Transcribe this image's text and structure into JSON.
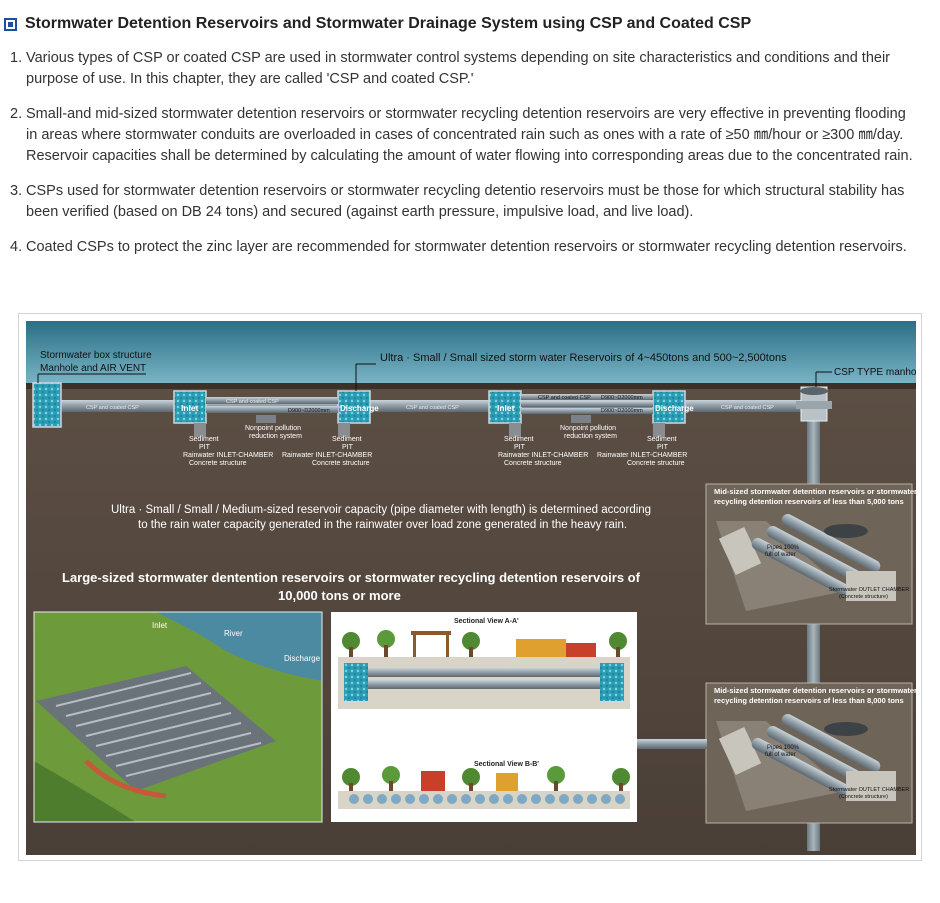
{
  "heading": {
    "icon": "square-bullet-icon",
    "title": "Stormwater Detention Reservoirs and Stormwater Drainage System using CSP and Coated CSP"
  },
  "items": [
    {
      "number": "1.",
      "text": "Various types of CSP  or  coated CSP are used in stormwater control systems depending on site characteristics and conditions and their purpose of use. In this chapter, they are called 'CSP and coated CSP.'"
    },
    {
      "number": "2.",
      "text": "Small-and  mid-sized  stormwater  detention reservoirs or stormwater recycling detention reservoirs are very effective in preventing flooding in areas where stormwater conduits are overloaded in cases of concentrated rain such as ones with a rate of ≥50 ㎜/hour or ≥300 ㎜/day. Reservoir capacities shall be determined by calculating the amount of water flowing into corresponding areas due to the concentrated rain."
    },
    {
      "number": "3.",
      "text": "CSPs used for stormwater detention reservoirs or stormwater recycling detentio reservoirs must be those for which structural stability has been verified (based on DB 24 tons) and secured (against earth pressure, impulsive load, and live load)."
    },
    {
      "number": "4.",
      "text": "Coated CSPs to protect the zinc layer are recommended for stormwater detention reservoirs or stormwater recycling detention reservoirs."
    }
  ],
  "figure": {
    "box_structure": "Stormwater box structure",
    "manhole_vent": "Manhole and AIR VENT",
    "ultra_small": "Ultra · Small / Small sized storm water Reservoirs of 4~450tons and 500~2,500tons",
    "csp_manhole": "CSP TYPE manhole",
    "inlet": "Inlet",
    "discharge": "Discharge",
    "pipe_label": "CSP and coated CSP",
    "diameter": "D900~D2000mm",
    "nonpoint_1": "Nonpoint pollution",
    "nonpoint_2": "reduction system",
    "sediment_1": "Sediment",
    "sediment_2": "PIT",
    "inlet_chamber": "Rainwater INLET-CHAMBER",
    "concrete": "Concrete structure",
    "capacity_1": "Ultra · Small / Small / Medium-sized reservoir capacity (pipe diameter with length) is determined according",
    "capacity_2": "to the rain water capacity generated in the rainwater over load zone generated in the heavy rain.",
    "large_1": "Large-sized stormwater dentention reservoirs or stormwater recycling detention reservoirs of",
    "large_2": "10,000 tons or more",
    "mid1_1": "Mid-sized stormwater detention reservoirs or stormwater",
    "mid1_2": "recycling detention reservoirs of less than  5,000 tons",
    "mid2_1": "Mid-sized stormwater detention reservoirs or stormwater",
    "mid2_2": "recycling detention reservoirs of less than  8,000 tons",
    "pipes_full": "Pipes 100%",
    "full_water": "full of water",
    "outlet_chamber": "Stormwater OUTLET CHAMBER",
    "outlet_concrete": "(Concrete structure)",
    "section_a": "Sectional View A-A'",
    "section_b": "Sectional View B-B'",
    "river": "River",
    "aerial_inlet": "Inlet",
    "aerial_discharge": "Discharge"
  }
}
